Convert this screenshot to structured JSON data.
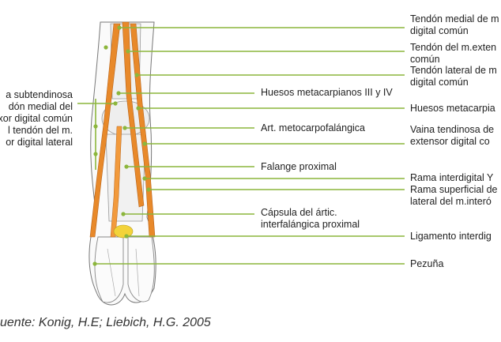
{
  "labels": {
    "tendon_medial": [
      "Tendón medial de m",
      "digital común"
    ],
    "tendon_extensor": [
      "Tendón del m.exten",
      "común"
    ],
    "tendon_lateral": [
      "Tendón lateral de m",
      "digital común"
    ],
    "metacarpianos": "Huesos metacarpianos III y IV",
    "metacarpia_right": "Huesos metacarpia",
    "bursa": [
      "a subtendinosa",
      "dón medial del",
      "xor digital común",
      "l tendón del m.",
      "or digital lateral"
    ],
    "metacarpofalangica": "Art. metocarpofalángica",
    "vaina": [
      "Vaina tendinosa de",
      "extensor digital co"
    ],
    "falange": "Falange proximal",
    "rama_interdigital": "Rama interdigital Y",
    "rama_superficial": [
      "Rama superficial de",
      "lateral del m.interó"
    ],
    "capsula": [
      "Cápsula del ártic.",
      "interfalángica proximal"
    ],
    "ligamento": "Ligamento interdig",
    "pezuna": "Pezuña"
  },
  "caption": "uente: Konig, H.E; Liebich, H.G. 2005",
  "colors": {
    "leader": "#8cb63c",
    "tendon": "#e8892a",
    "bone": "#f4f4f4"
  }
}
